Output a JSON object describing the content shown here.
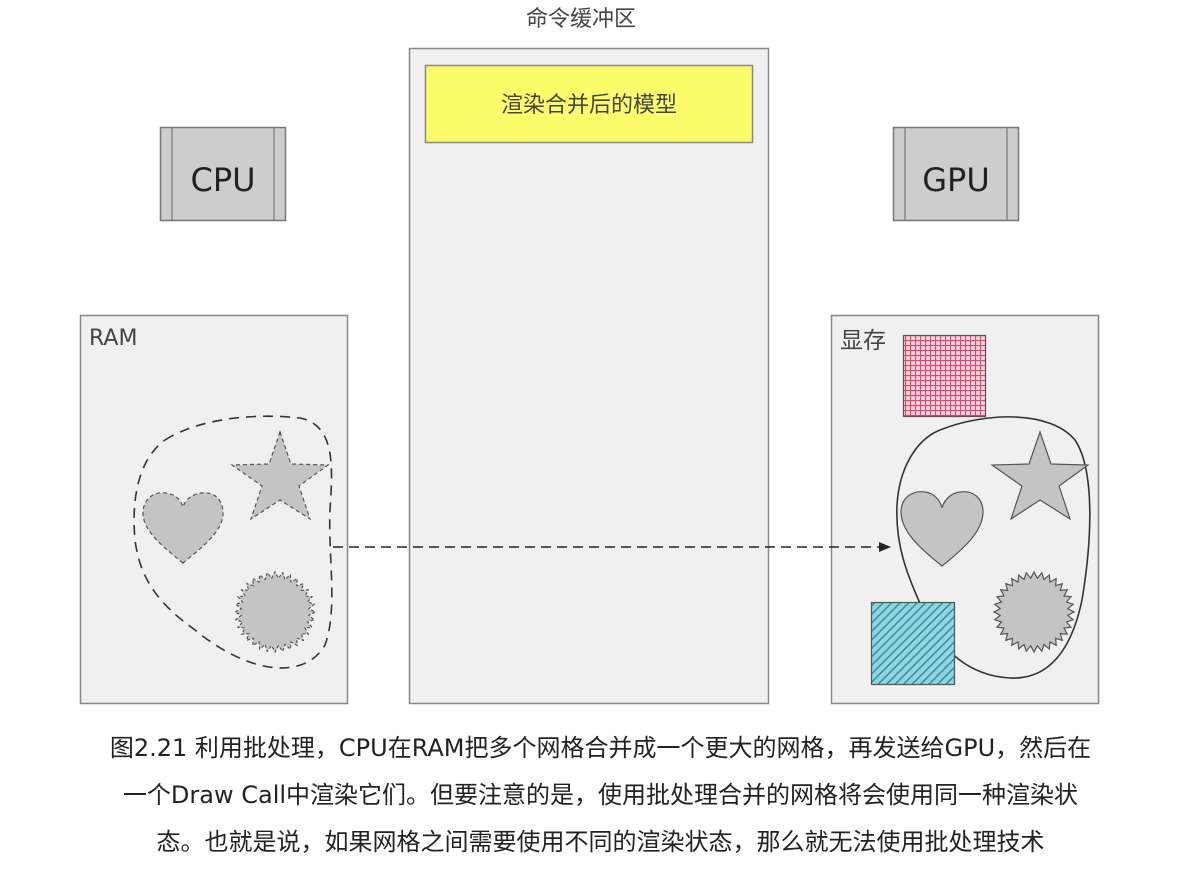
{
  "command_buffer": {
    "title": "命令缓冲区",
    "batch_label": "渲染合并后的模型"
  },
  "cpu": {
    "label": "CPU"
  },
  "gpu": {
    "label": "GPU"
  },
  "ram": {
    "label": "RAM",
    "shapes": [
      "heart",
      "star",
      "gear"
    ]
  },
  "vram": {
    "label": "显存",
    "shapes": [
      "heart",
      "star",
      "gear"
    ]
  },
  "caption": {
    "lines": [
      "图2.21 利用批处理，CPU在RAM把多个网格合并成一个更大的网格，再发送给GPU，然后在",
      "一个Draw Call中渲染它们。但要注意的是，使用批处理合并的网格将会使用同一种渲染状",
      "态。也就是说，如果网格之间需要使用不同的渲染状态，那么就无法使用批处理技术"
    ]
  },
  "colors": {
    "panel_fill": "#f0f0f0",
    "chip_fill": "#cdcdcd",
    "shape_fill": "#c4c4c4",
    "batch_fill": "#fdfd6c",
    "pink_texture": "#d9486e",
    "teal_texture": "#3aa8b8"
  }
}
